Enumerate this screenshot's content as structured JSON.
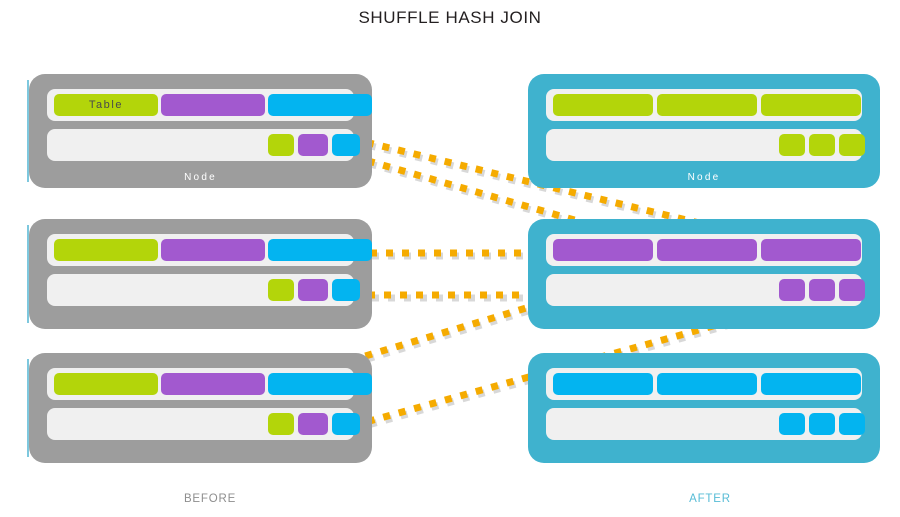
{
  "title": "SHUFFLE HASH JOIN",
  "colors": {
    "green": "#b3d50a",
    "purple": "#a259cf",
    "cyan": "#03b4f0",
    "before_shell": "#9d9d9d",
    "after_shell": "#3fb2ce",
    "row_bg": "#f0f0f0",
    "arrow": "#f5ab00",
    "title_text": "#231f20",
    "legend_before_text": "#8e8e8e",
    "legend_after_text": "#57bcd6"
  },
  "legend": {
    "before": "BEFORE",
    "after": "AFTER"
  },
  "labels": {
    "table": "Table",
    "node": "Node"
  },
  "before": {
    "caption": "BEFORE",
    "nodes": [
      {
        "id": "before-node-1",
        "caption": "Node",
        "show_caption": true,
        "row1": [
          {
            "color": "green",
            "label": "Table",
            "size": "big"
          },
          {
            "color": "purple",
            "label": "",
            "size": "big"
          },
          {
            "color": "cyan",
            "label": "",
            "size": "big"
          }
        ],
        "row2": [
          {
            "color": "green",
            "label": "",
            "size": "small"
          },
          {
            "color": "purple",
            "label": "",
            "size": "small"
          },
          {
            "color": "cyan",
            "label": "",
            "size": "small"
          }
        ]
      },
      {
        "id": "before-node-2",
        "caption": "",
        "show_caption": false,
        "row1": [
          {
            "color": "green",
            "label": "",
            "size": "big"
          },
          {
            "color": "purple",
            "label": "",
            "size": "big"
          },
          {
            "color": "cyan",
            "label": "",
            "size": "big"
          }
        ],
        "row2": [
          {
            "color": "green",
            "label": "",
            "size": "small"
          },
          {
            "color": "purple",
            "label": "",
            "size": "small"
          },
          {
            "color": "cyan",
            "label": "",
            "size": "small"
          }
        ]
      },
      {
        "id": "before-node-3",
        "caption": "",
        "show_caption": false,
        "row1": [
          {
            "color": "green",
            "label": "",
            "size": "big"
          },
          {
            "color": "purple",
            "label": "",
            "size": "big"
          },
          {
            "color": "cyan",
            "label": "",
            "size": "big"
          }
        ],
        "row2": [
          {
            "color": "green",
            "label": "",
            "size": "small"
          },
          {
            "color": "purple",
            "label": "",
            "size": "small"
          },
          {
            "color": "cyan",
            "label": "",
            "size": "small"
          }
        ]
      }
    ]
  },
  "after": {
    "caption": "AFTER",
    "nodes": [
      {
        "id": "after-node-1",
        "caption": "Node",
        "show_caption": true,
        "row1": [
          {
            "color": "green",
            "label": "",
            "size": "big"
          },
          {
            "color": "green",
            "label": "",
            "size": "big"
          },
          {
            "color": "green",
            "label": "",
            "size": "big"
          }
        ],
        "row2": [
          {
            "color": "green",
            "label": "",
            "size": "small"
          },
          {
            "color": "green",
            "label": "",
            "size": "small"
          },
          {
            "color": "green",
            "label": "",
            "size": "small"
          }
        ]
      },
      {
        "id": "after-node-2",
        "caption": "",
        "show_caption": false,
        "row1": [
          {
            "color": "purple",
            "label": "",
            "size": "big"
          },
          {
            "color": "purple",
            "label": "",
            "size": "big"
          },
          {
            "color": "purple",
            "label": "",
            "size": "big"
          }
        ],
        "row2": [
          {
            "color": "purple",
            "label": "",
            "size": "small"
          },
          {
            "color": "purple",
            "label": "",
            "size": "small"
          },
          {
            "color": "purple",
            "label": "",
            "size": "small"
          }
        ]
      },
      {
        "id": "after-node-3",
        "caption": "",
        "show_caption": false,
        "row1": [
          {
            "color": "cyan",
            "label": "",
            "size": "big"
          },
          {
            "color": "cyan",
            "label": "",
            "size": "big"
          },
          {
            "color": "cyan",
            "label": "",
            "size": "big"
          }
        ],
        "row2": [
          {
            "color": "cyan",
            "label": "",
            "size": "small"
          },
          {
            "color": "cyan",
            "label": "",
            "size": "small"
          },
          {
            "color": "cyan",
            "label": "",
            "size": "small"
          }
        ]
      }
    ]
  },
  "arrows": [
    {
      "from": "before-node-1-row1-cyan",
      "to": "after-node-3-row1"
    },
    {
      "from": "before-node-1-row2-cyan",
      "to": "after-node-3-row2"
    },
    {
      "from": "before-node-2-row1-cyan",
      "to": "after-node-2-row1"
    },
    {
      "from": "before-node-2-row2-cyan",
      "to": "after-node-2-row2"
    },
    {
      "from": "before-node-3-row1-cyan",
      "to": "after-node-2-row1-right"
    },
    {
      "from": "before-node-3-row2-cyan",
      "to": "after-node-2-row2-right"
    }
  ]
}
